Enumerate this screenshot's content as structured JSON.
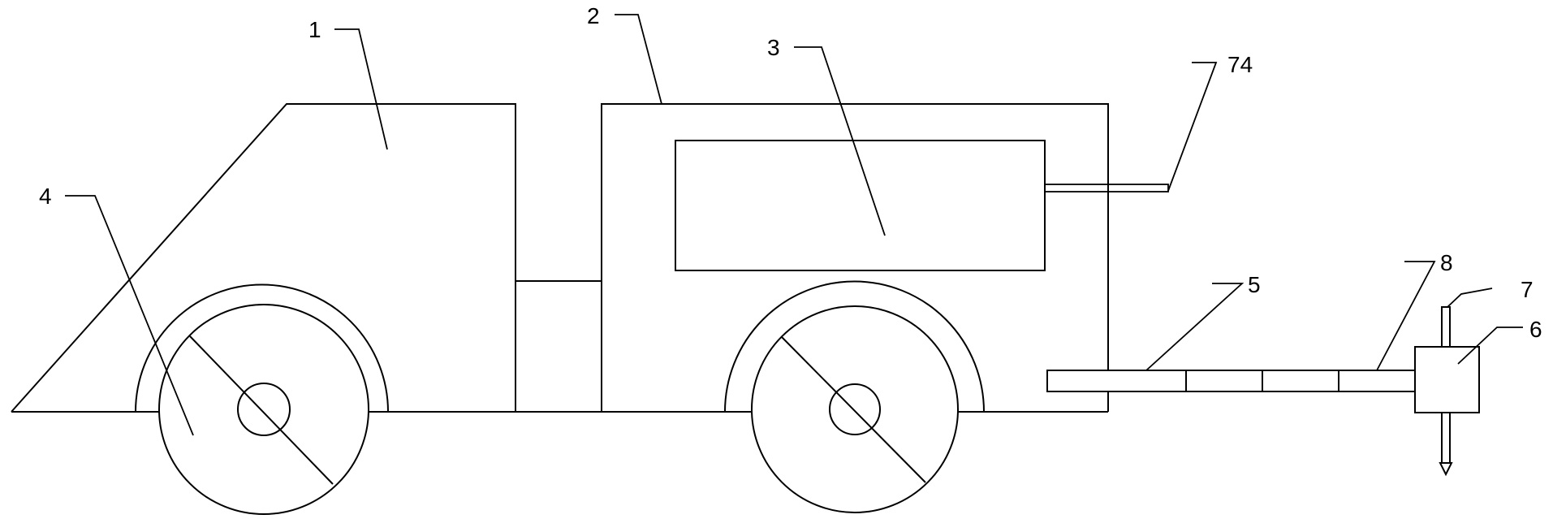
{
  "labels": {
    "l1": "1",
    "l2": "2",
    "l3": "3",
    "l4": "4",
    "l5": "5",
    "l6": "6",
    "l7": "7",
    "l8": "8",
    "l74": "74"
  }
}
